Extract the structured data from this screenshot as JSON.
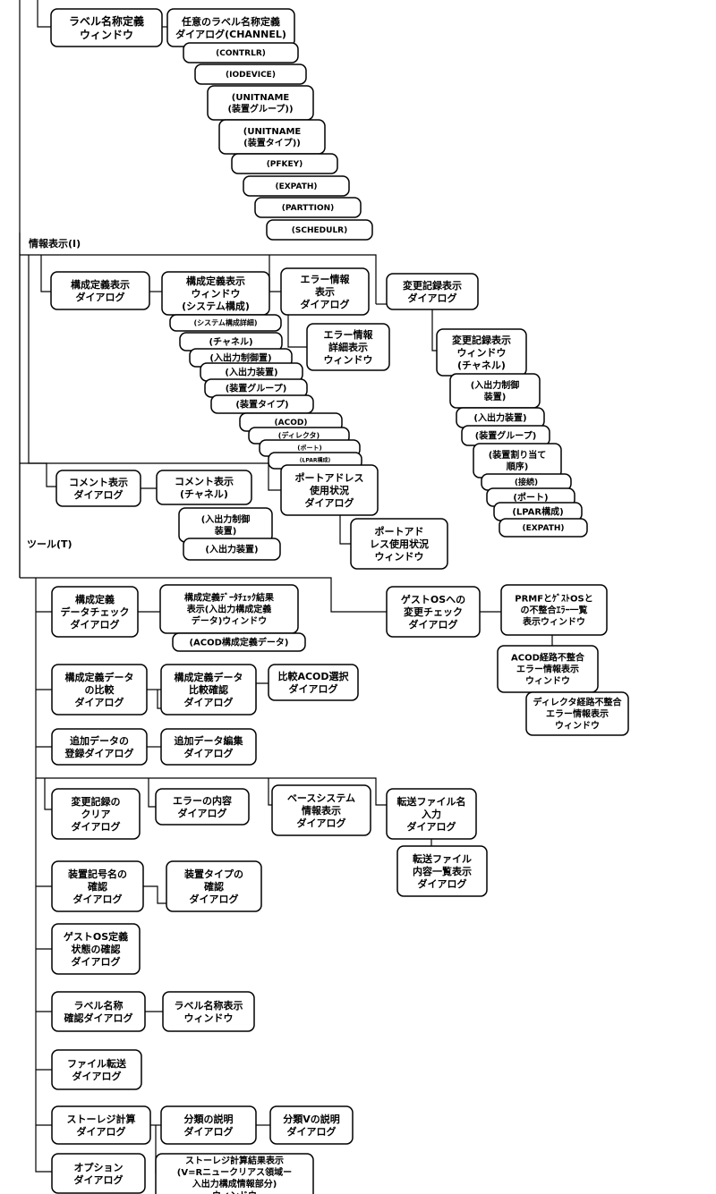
{
  "sections": {
    "info": "情報表示(I)",
    "tool": "ツール(T)"
  },
  "nodes": [
    {
      "id": "label-win",
      "lines": [
        "ラベル名称定義",
        "ウィンドウ"
      ]
    },
    {
      "id": "lbl-channel",
      "lines": [
        "任意のラベル名称定義",
        "ダイアログ(CHANNEL)"
      ]
    },
    {
      "id": "lbl-contrlr",
      "lines": [
        "(CONTRLR)"
      ]
    },
    {
      "id": "lbl-iodevice",
      "lines": [
        "(IODEVICE)"
      ]
    },
    {
      "id": "lbl-unitname-g",
      "lines": [
        "(UNITNAME",
        "(装置グループ))"
      ]
    },
    {
      "id": "lbl-unitname-t",
      "lines": [
        "(UNITNAME",
        "(装置タイプ))"
      ]
    },
    {
      "id": "lbl-pfkey",
      "lines": [
        "(PFKEY)"
      ]
    },
    {
      "id": "lbl-expath",
      "lines": [
        "(EXPATH)"
      ]
    },
    {
      "id": "lbl-parttion",
      "lines": [
        "(PARTTION)"
      ]
    },
    {
      "id": "lbl-schedulr",
      "lines": [
        "(SCHEDULR)"
      ]
    },
    {
      "id": "cfg-disp-dlg",
      "lines": [
        "構成定義表示",
        "ダイアログ"
      ]
    },
    {
      "id": "cfg-disp-win",
      "lines": [
        "構成定義表示",
        "ウィンドウ",
        "(システム構成)"
      ]
    },
    {
      "id": "cfg-sysdetail",
      "lines": [
        "(システム構成詳細)"
      ]
    },
    {
      "id": "cfg-channel",
      "lines": [
        "(チャネル)"
      ]
    },
    {
      "id": "cfg-ioctl",
      "lines": [
        "(入出力制御置)"
      ]
    },
    {
      "id": "cfg-iodev",
      "lines": [
        "(入出力装置)"
      ]
    },
    {
      "id": "cfg-devgroup",
      "lines": [
        "(装置グループ)"
      ]
    },
    {
      "id": "cfg-devtype",
      "lines": [
        "(装置タイプ)"
      ]
    },
    {
      "id": "cfg-acod",
      "lines": [
        "(ACOD)"
      ]
    },
    {
      "id": "cfg-director",
      "lines": [
        "(ディレクタ)"
      ]
    },
    {
      "id": "cfg-port",
      "lines": [
        "(ポート)"
      ]
    },
    {
      "id": "cfg-lpar",
      "lines": [
        "(LPAR構成)"
      ]
    },
    {
      "id": "err-info-dlg",
      "lines": [
        "エラー情報",
        "表示",
        "ダイアログ"
      ]
    },
    {
      "id": "err-detail-win",
      "lines": [
        "エラー情報",
        "詳細表示",
        "ウィンドウ"
      ]
    },
    {
      "id": "chg-rec-dlg",
      "lines": [
        "変更記録表示",
        "ダイアログ"
      ]
    },
    {
      "id": "chg-rec-win",
      "lines": [
        "変更記録表示",
        "ウィンドウ",
        "(チャネル)"
      ]
    },
    {
      "id": "chg-ioctl",
      "lines": [
        "(入出力制御",
        "装置)"
      ]
    },
    {
      "id": "chg-iodev",
      "lines": [
        "(入出力装置)"
      ]
    },
    {
      "id": "chg-devgroup",
      "lines": [
        "(装置グループ)"
      ]
    },
    {
      "id": "chg-alloc",
      "lines": [
        "(装置割り当て",
        "順序)"
      ]
    },
    {
      "id": "chg-conn",
      "lines": [
        "(接続)"
      ]
    },
    {
      "id": "chg-port",
      "lines": [
        "(ポート)"
      ]
    },
    {
      "id": "chg-lpar",
      "lines": [
        "(LPAR構成)"
      ]
    },
    {
      "id": "chg-expath",
      "lines": [
        "(EXPATH)"
      ]
    },
    {
      "id": "comment-dlg",
      "lines": [
        "コメント表示",
        "ダイアログ"
      ]
    },
    {
      "id": "comment-ch",
      "lines": [
        "コメント表示",
        "(チャネル)"
      ]
    },
    {
      "id": "comment-ioctl",
      "lines": [
        "(入出力制御",
        "装置)"
      ]
    },
    {
      "id": "comment-iodev",
      "lines": [
        "(入出力装置)"
      ]
    },
    {
      "id": "port-addr-dlg",
      "lines": [
        "ポートアドレス",
        "使用状況",
        "ダイアログ"
      ]
    },
    {
      "id": "port-addr-win",
      "lines": [
        "ポートアド",
        "レス使用状況",
        "ウィンドウ"
      ]
    },
    {
      "id": "chk-dlg",
      "lines": [
        "構成定義",
        "データチェック",
        "ダイアログ"
      ]
    },
    {
      "id": "chk-result-win",
      "lines": [
        "構成定義ﾃﾞｰﾀﾁｪｯｸ結果",
        "表示(入出力構成定義",
        "データ)ウィンドウ"
      ]
    },
    {
      "id": "chk-acod",
      "lines": [
        "(ACOD構成定義データ)"
      ]
    },
    {
      "id": "guest-chg-dlg",
      "lines": [
        "ゲストOSへの",
        "変更チェック",
        "ダイアログ"
      ]
    },
    {
      "id": "prmf-win",
      "lines": [
        "PRMFとｹﾞｽﾄOSと",
        "の不整合ｴﾗｰ一覧",
        "表示ウィンドウ"
      ]
    },
    {
      "id": "acod-err-win",
      "lines": [
        "ACOD経路不整合",
        "エラー情報表示",
        "ウィンドウ"
      ]
    },
    {
      "id": "dir-err-win",
      "lines": [
        "ディレクタ経路不整合",
        "エラー情報表示",
        "ウィンドウ"
      ]
    },
    {
      "id": "cmp-dlg",
      "lines": [
        "構成定義データ",
        "の比較",
        "ダイアログ"
      ]
    },
    {
      "id": "cmp-confirm-dlg",
      "lines": [
        "構成定義データ",
        "比較確認",
        "ダイアログ"
      ]
    },
    {
      "id": "cmp-acod-dlg",
      "lines": [
        "比較ACOD選択",
        "ダイアログ"
      ]
    },
    {
      "id": "add-reg-dlg",
      "lines": [
        "追加データの",
        "登録ダイアログ"
      ]
    },
    {
      "id": "add-edit-dlg",
      "lines": [
        "追加データ編集",
        "ダイアログ"
      ]
    },
    {
      "id": "chg-clear-dlg",
      "lines": [
        "変更記録の",
        "クリア",
        "ダイアログ"
      ]
    },
    {
      "id": "err-content-dlg",
      "lines": [
        "エラーの内容",
        "ダイアログ"
      ]
    },
    {
      "id": "base-sys-dlg",
      "lines": [
        "ベースシステム",
        "情報表示",
        "ダイアログ"
      ]
    },
    {
      "id": "xfer-name-dlg",
      "lines": [
        "転送ファイル名",
        "入力",
        "ダイアログ"
      ]
    },
    {
      "id": "xfer-list-dlg",
      "lines": [
        "転送ファイル",
        "内容一覧表示",
        "ダイアログ"
      ]
    },
    {
      "id": "devsym-dlg",
      "lines": [
        "装置記号名の",
        "確認",
        "ダイアログ"
      ]
    },
    {
      "id": "devtype-dlg",
      "lines": [
        "装置タイプの",
        "確認",
        "ダイアログ"
      ]
    },
    {
      "id": "guest-def-dlg",
      "lines": [
        "ゲストOS定義",
        "状態の確認",
        "ダイアログ"
      ]
    },
    {
      "id": "label-confirm-dlg",
      "lines": [
        "ラベル名称",
        "確認ダイアログ"
      ]
    },
    {
      "id": "label-disp-win",
      "lines": [
        "ラベル名称表示",
        "ウィンドウ"
      ]
    },
    {
      "id": "file-xfer-dlg",
      "lines": [
        "ファイル転送",
        "ダイアログ"
      ]
    },
    {
      "id": "storage-dlg",
      "lines": [
        "ストーレジ計算",
        "ダイアログ"
      ]
    },
    {
      "id": "class-desc-dlg",
      "lines": [
        "分類の説明",
        "ダイアログ"
      ]
    },
    {
      "id": "class-v-dlg",
      "lines": [
        "分類Vの説明",
        "ダイアログ"
      ]
    },
    {
      "id": "storage-result-win",
      "lines": [
        "ストーレジ計算結果表示",
        "(V=Rニュークリアス領域ー",
        "入出力構成情報部分)",
        "ウィンドウ"
      ]
    },
    {
      "id": "option-dlg",
      "lines": [
        "オプション",
        "ダイアログ"
      ]
    }
  ]
}
